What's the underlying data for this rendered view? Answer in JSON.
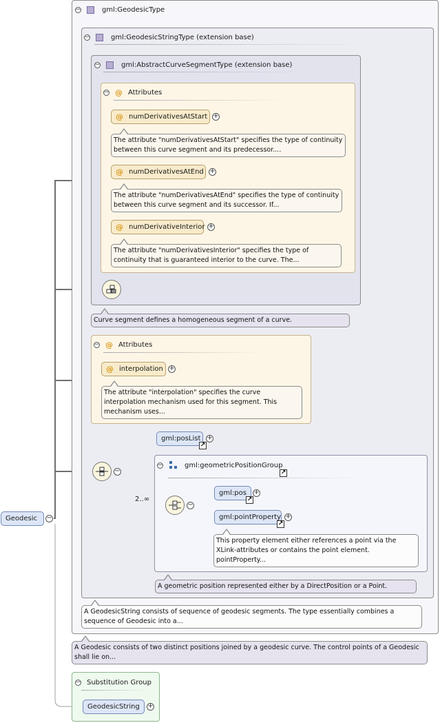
{
  "root_element": {
    "label": "Geodesic"
  },
  "type": {
    "label": "gml:GeodesicType",
    "note": "A Geodesic consists of two distinct positions joined by a geodesic curve. The control points of a Geodesic shall lie on..."
  },
  "extension": {
    "label": "gml:GeodesicStringType (extension base)",
    "note": "A GeodesicString consists of sequence of geodesic segments. The type essentially combines a sequence of Geodesic into a..."
  },
  "abstract": {
    "label": "gml:AbstractCurveSegmentType (extension base)",
    "note": "Curve segment defines a homogeneous segment of a curve."
  },
  "attributes_inner": {
    "label": "Attributes",
    "items": [
      {
        "name": "numDerivativesAtStart",
        "note": "The attribute \"numDerivativesAtStart\" specifies the type of continuity between this curve segment and its predecessor...."
      },
      {
        "name": "numDerivativesAtEnd",
        "note": "The attribute \"numDerivativesAtEnd\" specifies the type of continuity between this curve segment and its successor. If..."
      },
      {
        "name": "numDerivativeInterior",
        "note": "The attribute \"numDerivativesInterior\" specifies the type of continuity that is guaranteed interior to the curve. The..."
      }
    ]
  },
  "attributes_outer": {
    "label": "Attributes",
    "items": [
      {
        "name": "interpolation",
        "note": "The attribute \"interpolation\" specifies the curve interpolation mechanism used for this segment. This mechanism uses..."
      }
    ]
  },
  "choice": {
    "poslist": "gml:posList",
    "group": {
      "label": "gml:geometricPositionGroup",
      "note": "A geometric position represented either by a DirectPosition or a Point."
    },
    "occurrence": "2..∞",
    "pos": "gml:pos",
    "point_property": "gml:pointProperty",
    "point_property_note": "This property element either references a point via the XLink-attributes or contains the point element. pointProperty..."
  },
  "substitution": {
    "label": "Substitution Group",
    "item": "GeodesicString"
  },
  "symbols": {
    "collapse": "−",
    "expand": "+",
    "attribute": "@",
    "link": "↗"
  },
  "colors": {
    "type_icon": "#b7aed1",
    "attribute_symbol": "#d99a1b",
    "element_fill": "#dde6f7",
    "attribute_fill": "#f8ebcb"
  }
}
